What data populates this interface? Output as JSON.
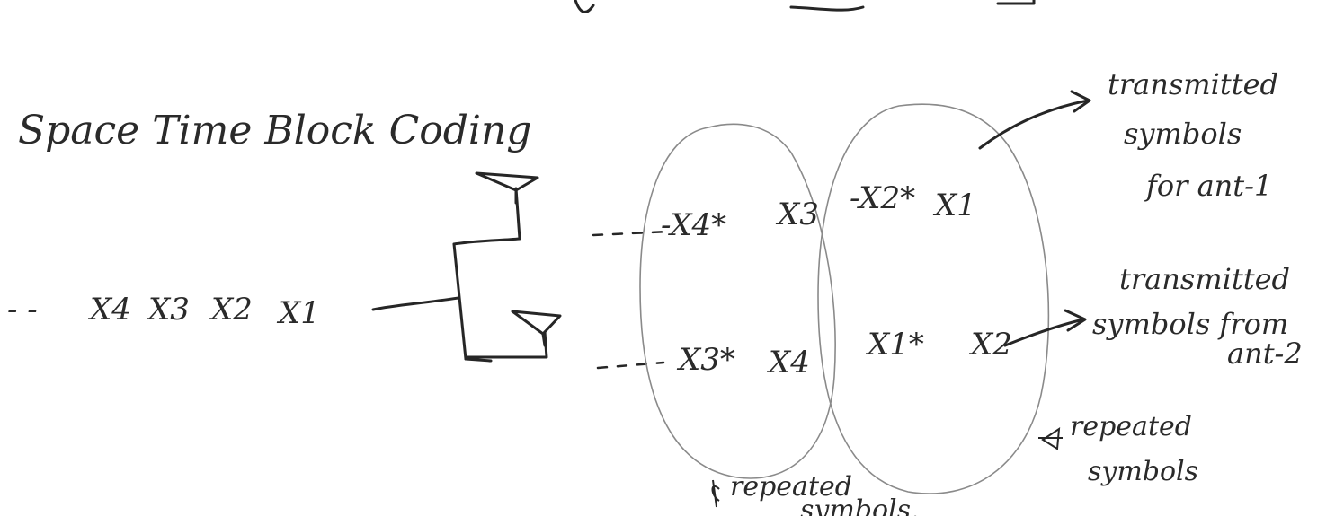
{
  "title": "Space Time Block Coding",
  "input_sequence": [
    "X4",
    "X3",
    "X2",
    "X1"
  ],
  "input_prefix": "- -",
  "antenna1_symbols": [
    "-X4*",
    "X3",
    "-X2*",
    "X1"
  ],
  "antenna2_symbols": [
    "X3*",
    "X4",
    "X1*",
    "X2"
  ],
  "annotations": {
    "ant1": [
      "transmitted",
      "symbols",
      "for ant-1"
    ],
    "ant2": [
      "transmitted",
      "symbols from",
      "ant-2"
    ],
    "repeated_right": [
      "repeated",
      "symbols"
    ],
    "repeated_bottom": [
      "repeated",
      "symbols."
    ]
  },
  "colors": {
    "ink": "#262626",
    "pencil": "#8a8a8a"
  }
}
